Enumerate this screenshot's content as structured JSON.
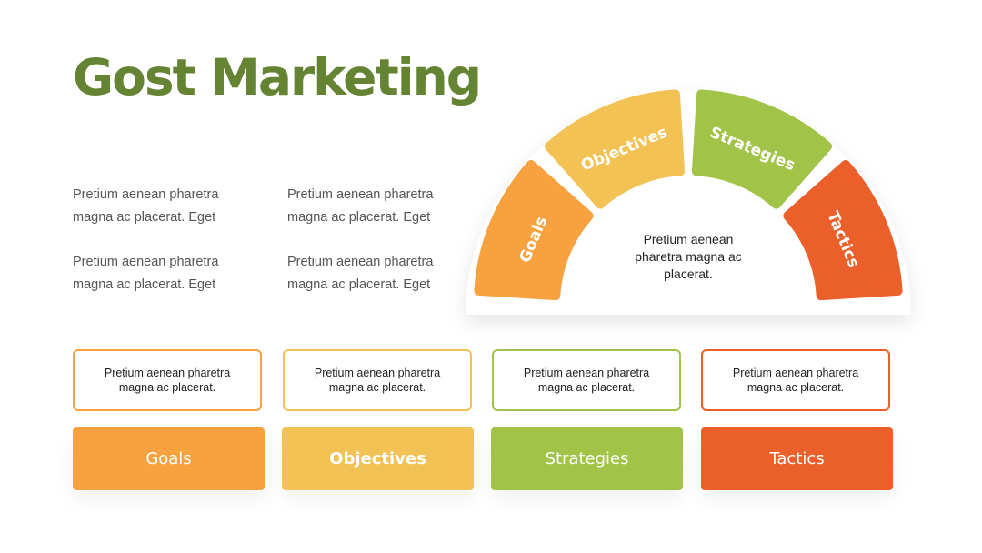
{
  "title": "Gost Marketing",
  "paragraphs": [
    {
      "line1": "Pretium aenean pharetra",
      "line2": "magna ac placerat. Eget"
    },
    {
      "line1": "Pretium aenean pharetra",
      "line2": "magna ac placerat. Eget"
    },
    {
      "line1": "Pretium aenean pharetra",
      "line2": "magna ac placerat. Eget"
    },
    {
      "line1": "Pretium aenean pharetra",
      "line2": "magna ac placerat. Eget"
    }
  ],
  "arch": {
    "center": {
      "line1": "Pretium aenean",
      "line2": "pharetra magna ac",
      "line3": "placerat."
    },
    "segments": [
      {
        "label": "Goals",
        "color": "#F7A23F"
      },
      {
        "label": "Objectives",
        "color": "#F3C254"
      },
      {
        "label": "Strategies",
        "color": "#A1C448"
      },
      {
        "label": "Tactics",
        "color": "#EB5F2A"
      }
    ]
  },
  "cards": [
    {
      "text": "Pretium aenean pharetra magna ac placerat.",
      "border": "#F7A23F"
    },
    {
      "text": "Pretium aenean pharetra magna ac placerat.",
      "border": "#F3C254"
    },
    {
      "text": "Pretium aenean pharetra magna ac placerat.",
      "border": "#A1C448"
    },
    {
      "text": "Pretium aenean pharetra magna ac placerat.",
      "border": "#EB5F2A"
    }
  ],
  "buttons": [
    {
      "label": "Goals",
      "color": "#F7A23F"
    },
    {
      "label": "Objectives",
      "color": "#F3C254"
    },
    {
      "label": "Strategies",
      "color": "#A1C448"
    },
    {
      "label": "Tactics",
      "color": "#EB5F2A"
    }
  ]
}
